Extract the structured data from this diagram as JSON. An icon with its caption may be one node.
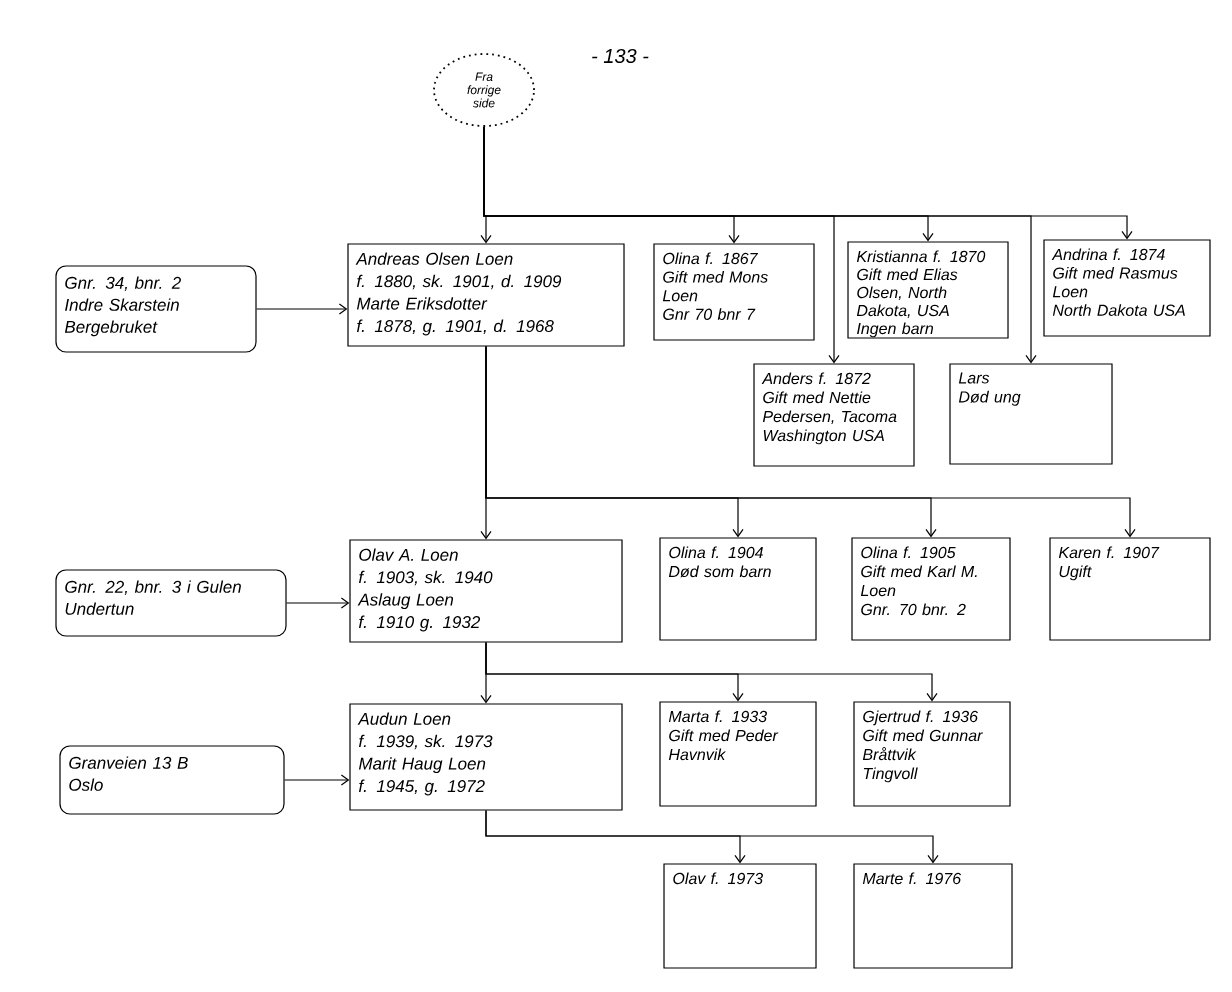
{
  "diagram": {
    "nodes": [
      {
        "text": [
          "Fra forrige side"
        ]
      },
      {
        "text": [
          "Gnr. 34, bnr. 2",
          "Indre Skarstein",
          "Bergebruket"
        ]
      },
      {
        "text": [
          "Andreas Olsen Loen",
          "f. 1880, sk. 1901, d. 1909",
          "Marte Eriksdotter",
          "f. 1878, g. 1901, d. 1968"
        ]
      },
      {
        "text": [
          "Olina f. 1867",
          "Gift med Mons Loen",
          "Gnr 70 bnr 7"
        ]
      },
      {
        "text": [
          "Kristianna f. 1870",
          "Gift med Elias Olsen, North Dakota, USA",
          "Ingen barn"
        ]
      },
      {
        "text": [
          "Andrina f. 1874",
          "Gift med Rasmus Loen",
          "North Dakota USA"
        ]
      },
      {
        "text": [
          "Anders f. 1872",
          "Gift med Nettie Pedersen, Tacoma Washington USA"
        ]
      },
      {
        "text": [
          "Lars",
          "Død ung"
        ]
      },
      {
        "text": [
          "Gnr. 22, bnr. 3 i Gulen",
          "Undertun"
        ]
      },
      {
        "text": [
          "Olav A. Loen",
          "f. 1903, sk. 1940",
          "Aslaug Loen",
          "f. 1910 g. 1932"
        ]
      },
      {
        "text": [
          "Olina f. 1904",
          "Død som barn"
        ]
      },
      {
        "text": [
          "Olina f. 1905",
          "Gift med Karl M. Loen",
          "Gnr. 70 bnr. 2"
        ]
      },
      {
        "text": [
          "Karen f. 1907",
          "Ugift"
        ]
      },
      {
        "text": [
          "Granveien 13 B",
          "Oslo"
        ]
      },
      {
        "text": [
          "Audun Loen",
          "f. 1939, sk. 1973",
          "Marit Haug Loen",
          "f. 1945, g. 1972"
        ]
      },
      {
        "text": [
          "Marta f. 1933",
          "Gift med Peder Havnvik"
        ]
      },
      {
        "text": [
          "Gjertrud f. 1936",
          "Gift med Gunnar Bråttvik",
          "Tingvoll"
        ]
      },
      {
        "text": [
          "Olav f. 1973"
        ]
      },
      {
        "text": [
          "Marte f. 1976"
        ]
      }
    ],
    "edges": [
      {
        "from": 0,
        "to": 2,
        "arrow": "to"
      },
      {
        "from": 0,
        "to": 3,
        "arrow": "to"
      },
      {
        "from": 0,
        "to": 6,
        "arrow": "to"
      },
      {
        "from": 0,
        "to": 4,
        "arrow": "to"
      },
      {
        "from": 0,
        "to": 7,
        "arrow": "to"
      },
      {
        "from": 0,
        "to": 5,
        "arrow": "to"
      },
      {
        "from": 1,
        "to": 2,
        "arrow": "to"
      },
      {
        "from": 2,
        "to": 9,
        "arrow": "to"
      },
      {
        "from": 2,
        "to": 10,
        "arrow": "to"
      },
      {
        "from": 2,
        "to": 11,
        "arrow": "to"
      },
      {
        "from": 2,
        "to": 12,
        "arrow": "to"
      },
      {
        "from": 8,
        "to": 9,
        "arrow": "to"
      },
      {
        "from": 9,
        "to": 14,
        "arrow": "to"
      },
      {
        "from": 9,
        "to": 15,
        "arrow": "to"
      },
      {
        "from": 9,
        "to": 16,
        "arrow": "to"
      },
      {
        "from": 13,
        "to": 14,
        "arrow": "to"
      },
      {
        "from": 14,
        "to": 17,
        "arrow": "to"
      },
      {
        "from": 14,
        "to": 18,
        "arrow": "to"
      }
    ],
    "labels": [
      "- 133 -"
    ]
  }
}
